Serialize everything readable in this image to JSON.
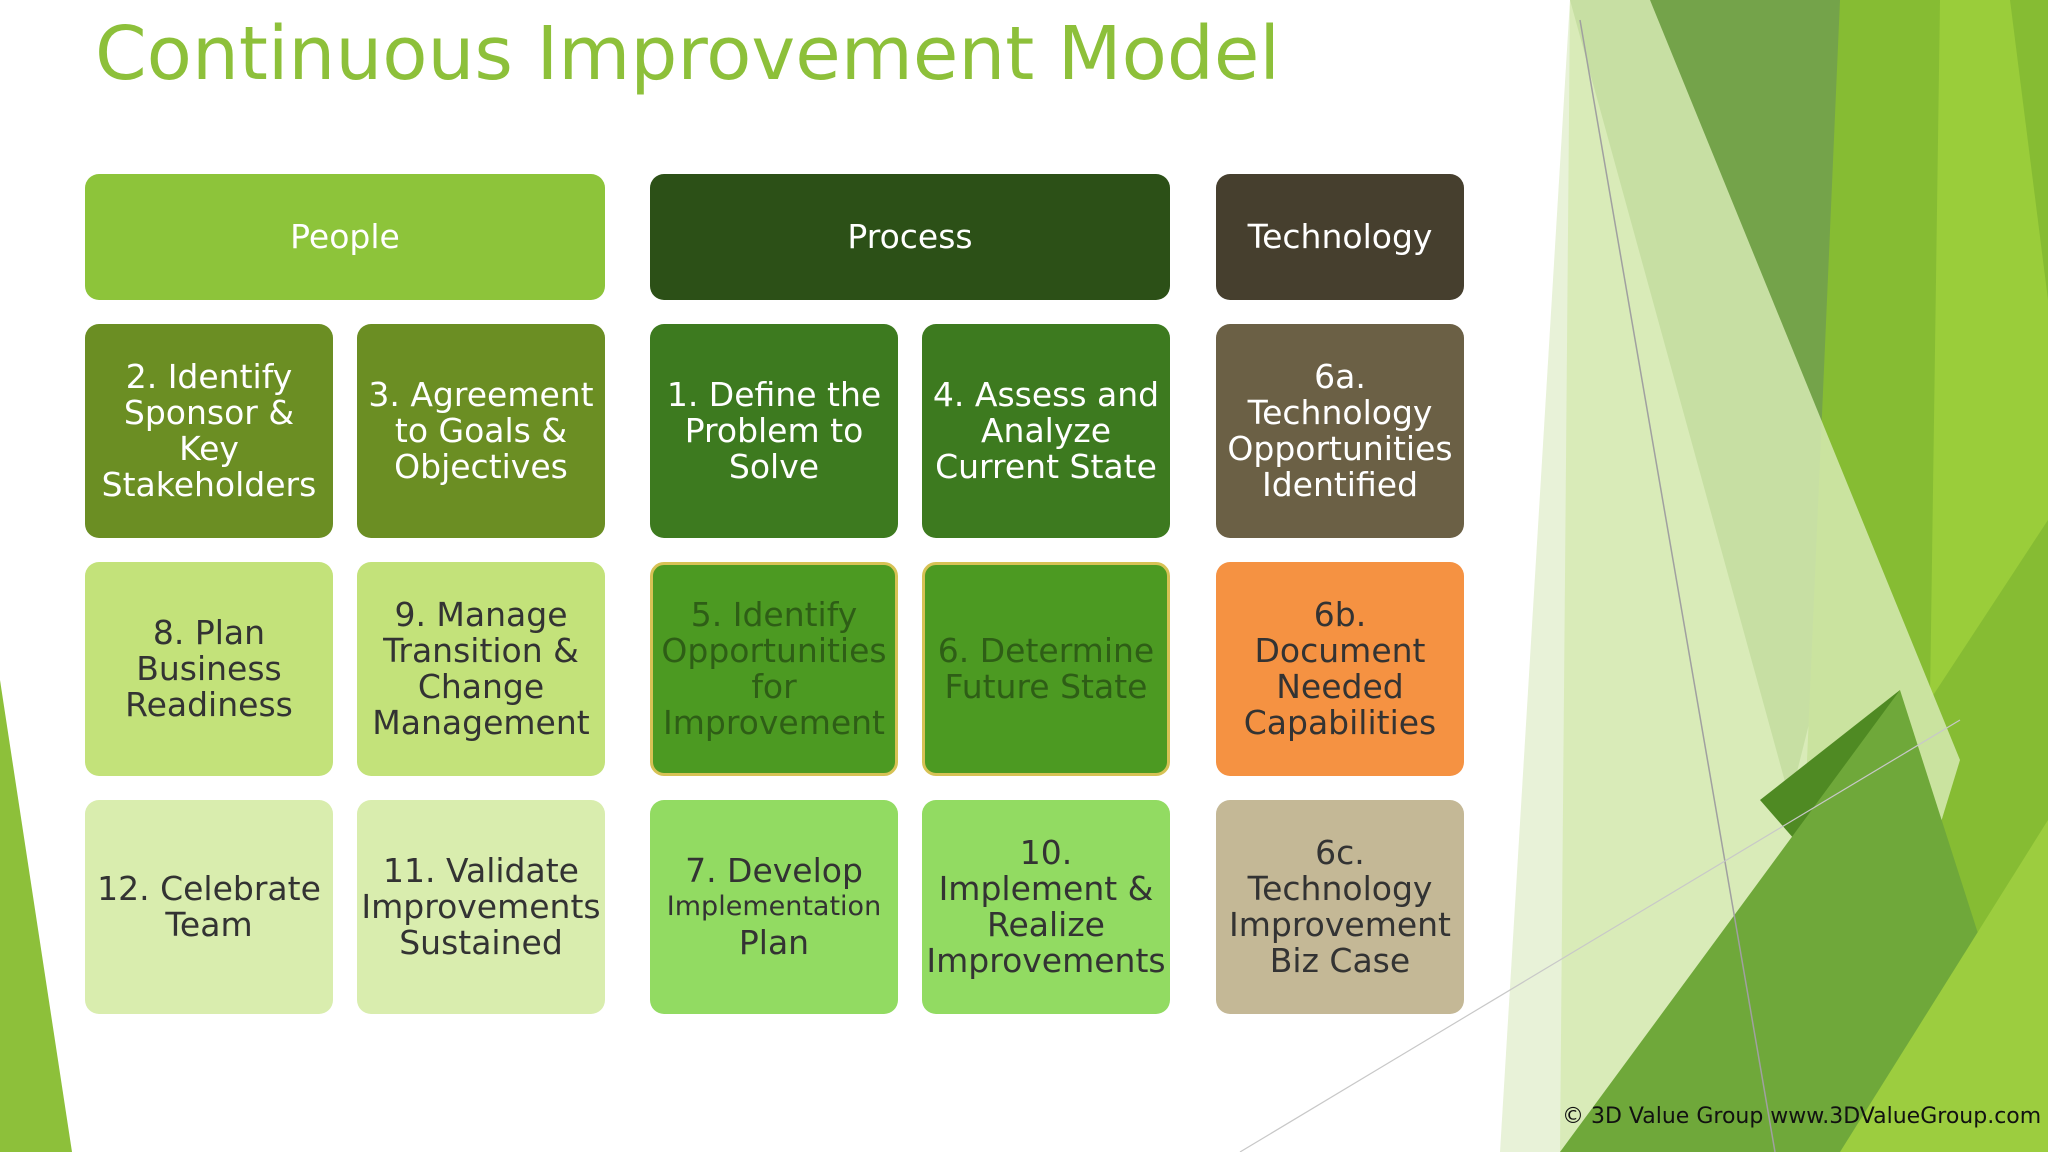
{
  "title": "Continuous Improvement Model",
  "headers": {
    "people": "People",
    "process": "Process",
    "technology": "Technology"
  },
  "boxes": {
    "b2": "2. Identify\nSponsor & Key\nStakeholders",
    "b3": "3. Agreement\nto Goals &\nObjectives",
    "b1": "1. Define the\nProblem to\nSolve",
    "b4": "4. Assess and\nAnalyze\nCurrent State",
    "b6a": "6a.\nTechnology\nOpportunities\nIdentified",
    "b8": "8. Plan\nBusiness\nReadiness",
    "b9": "9. Manage\nTransition &\nChange\nManagement",
    "b5": "5. Identify\nOpportunities\nfor\nImprovement",
    "b6": "6. Determine\nFuture State",
    "b6b": "6b. Document\nNeeded\nCapabilities",
    "b12": "12. Celebrate\nTeam",
    "b11": "11. Validate\nImprovements\nSustained",
    "b7": {
      "line1": "7. Develop",
      "line2": "Implementation",
      "line3": "Plan"
    },
    "b10": "10.\nImplement &\nRealize\nImprovements",
    "b6c": "6c.\nTechnology\nImprovement\nBiz Case"
  },
  "footer": "© 3D Value Group www.3DValueGroup.com",
  "colors": {
    "title": "#8dc03a",
    "people_header": "#8dc43a",
    "process_header": "#2c5017",
    "technology_header": "#463f2e",
    "people_row1": "#6b8e23",
    "people_row2": "#c3e27a",
    "people_row3": "#d9edae",
    "process_row1": "#3d7a1f",
    "process_row2": "#4c9a22",
    "process_row3": "#92db62",
    "tech_row1": "#6b6045",
    "tech_row2": "#f59242",
    "tech_row3": "#c4b896"
  }
}
